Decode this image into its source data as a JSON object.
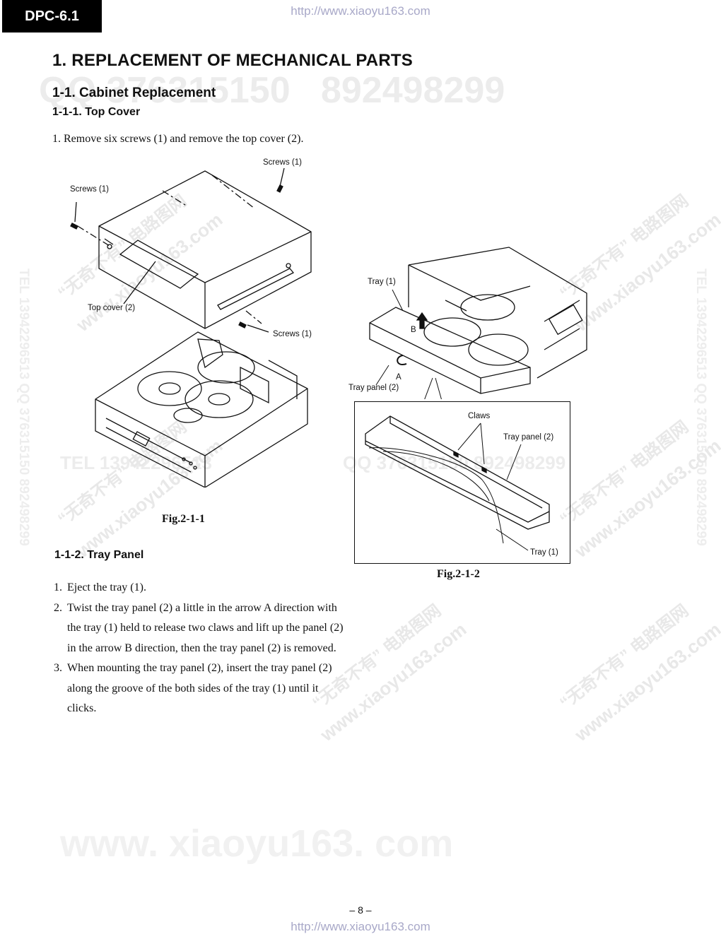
{
  "header": {
    "model": "DPC-6.1",
    "url_top": "http://www.xiaoyu163.com"
  },
  "title": "1. REPLACEMENT OF MECHANICAL PARTS",
  "section": "1-1. Cabinet Replacement",
  "subsection_top_cover": {
    "heading": "1-1-1. Top Cover",
    "instruction": "1. Remove six screws (1) and remove the top cover (2)."
  },
  "figure1": {
    "caption": "Fig.2-1-1",
    "labels": {
      "screws_top_right": "Screws (1)",
      "screws_left": "Screws (1)",
      "screws_bottom": "Screws (1)",
      "top_cover": "Top cover (2)"
    }
  },
  "figure2": {
    "caption": "Fig.2-1-2",
    "labels": {
      "tray": "Tray (1)",
      "arrow_b": "B",
      "arrow_a": "A",
      "tray_panel": "Tray panel (2)",
      "claws": "Claws",
      "inset_tray_panel": "Tray panel (2)",
      "inset_tray": "Tray (1)"
    }
  },
  "subsection_tray_panel": {
    "heading": "1-1-2. Tray Panel",
    "steps": [
      {
        "num": "1.",
        "text": "Eject the tray (1)."
      },
      {
        "num": "2.",
        "text": "Twist the tray panel (2) a little in the arrow A direction with the tray (1) held to release two claws and lift up the panel (2) in the arrow B direction, then the tray panel (2) is removed."
      },
      {
        "num": "3.",
        "text": "When mounting the tray panel (2), insert the tray panel (2) along the groove of the both sides of the tray (1) until it clicks."
      }
    ]
  },
  "watermarks": {
    "qq_line": "QQ 376315150   892498299",
    "tel_line": "TEL 13942296513",
    "qq_line2": "QQ 376315150 892498299",
    "big_site": "www. xiaoyu163. com",
    "vertical": "TEL 13942296513  QQ 376315150  892498299",
    "diag_cn": "“无奇不有” 电路图网",
    "diag_site": "www.xiaoyu163.com"
  },
  "footer": {
    "page_number": "– 8 –",
    "url_bottom": "http://www.xiaoyu163.com"
  }
}
